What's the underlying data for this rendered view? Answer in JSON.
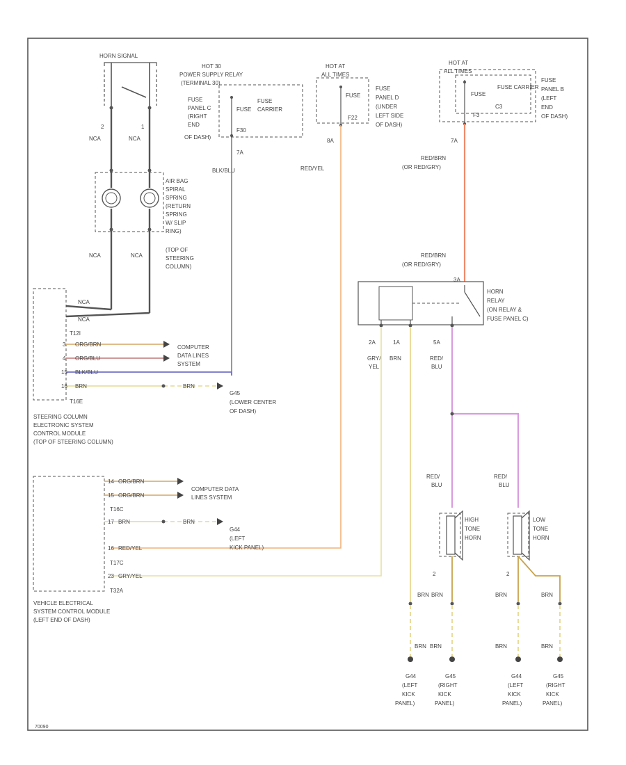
{
  "colors": {
    "frame": "#555555",
    "black_wire": "#555555",
    "orange_wire": "#f2b27a",
    "red_wire": "#ef8a6a",
    "yellow_wire": "#e8e0a0",
    "pink_wire": "#d99be0",
    "purple_wire": "#7070c8",
    "brown_wire": "#c9a24a",
    "orgbrn_wire": "#d9b27a",
    "orgblu_wire": "#c88a8a"
  },
  "horn_switch": {
    "label": "HORN SIGNAL"
  },
  "power_relay": {
    "hot_label": "HOT 30",
    "lines": [
      "POWER SUPPLY RELAY",
      "(TERMINAL 30)"
    ],
    "fuse_panel": [
      "FUSE",
      "PANEL C",
      "(RIGHT",
      "END",
      "OF DASH)"
    ],
    "fuse": "FUSE",
    "carrier": "CARRIER",
    "fuse_no": "F30",
    "wire_gauge": "7A",
    "wire_color": "BLK/BLU"
  },
  "fuse_f22": {
    "hot_label": "HOT AT",
    "hot_sub": "ALL TIMES",
    "fuse": "FUSE",
    "fuse_no": "F22",
    "panel": [
      "PANEL D",
      "(UNDER",
      "LEFT SIDE",
      "OF DASH)"
    ],
    "panel_label": "FUSE",
    "wire_gauge": "8A",
    "wire_color": "RED/YEL"
  },
  "fuse_f3": {
    "hot_label": "HOT AT",
    "hot_sub": "ALL TIMES",
    "fuse": "FUSE",
    "carrier": "FUSE CARRIER",
    "carrier_no": "C3",
    "fuse_no": "F3",
    "panel": [
      "FUSE",
      "PANEL B",
      "(LEFT",
      "END",
      "OF DASH)"
    ],
    "wire_gauge": "7A",
    "wire_color": "RED/BRN",
    "wire_alt": "(OR RED/GRY)"
  },
  "clock_spring": {
    "label": [
      "AIR BAG",
      "SPIRAL",
      "SPRING",
      "(RETURN",
      "SPRING",
      "W/ SLIP",
      "RING)",
      "(TOP OF",
      "STEERING",
      "COLUMN)"
    ],
    "wire_top_left": "NCA",
    "wire_top_right": "NCA",
    "wire_bottom_left": "NCA",
    "wire_bottom_right": "NCA",
    "pin_top_left": "2",
    "pin_top_right": "1"
  },
  "relay": {
    "wire_in": "RED/BRN",
    "wire_in_alt": "(OR RED/GRY)",
    "label": [
      "HORN",
      "RELAY",
      "(ON RELAY &",
      "FUSE PANEL C)"
    ],
    "pins": [
      "2A",
      "1A",
      "5A"
    ],
    "top_pin": "3A",
    "out1": [
      "GRY/",
      "YEL"
    ],
    "out2": "BRN",
    "out3": [
      "RED/",
      "BLU"
    ]
  },
  "steering_module": {
    "label": [
      "STEERING COLUMN",
      "ELECTRONIC SYSTEM",
      "CONTROL MODULE",
      "(TOP OF STEERING COLUMN)"
    ],
    "connector_top": "T12I",
    "connector_bottom": "T16E",
    "wires": [
      "NCA",
      "NCA",
      "ORG/BRN",
      "ORG/BLU",
      "BLK/BLU",
      "BRN"
    ],
    "pins": [
      "",
      "",
      "3",
      "4",
      "15",
      "16"
    ],
    "data_lines": [
      "COMPUTER",
      "DATA LINES",
      "SYSTEM"
    ],
    "ground": "G45",
    "ground_desc": [
      "(LOWER CENTER",
      "OF DASH)"
    ],
    "ground_wire": "BRN"
  },
  "vehicle_module": {
    "label": [
      "VEHICLE ELECTRICAL",
      "SYSTEM CONTROL MODULE",
      "(LEFT END OF DASH)"
    ],
    "connector_1": "T16C",
    "connector_2": "T17C",
    "connector_3": "T32A",
    "pins": [
      "14",
      "15",
      "17",
      "16",
      "23"
    ],
    "wires": [
      "ORG/BRN",
      "ORG/BRN",
      "BRN",
      "RED/YEL",
      "GRY/YEL"
    ],
    "data_lines": [
      "COMPUTER DATA",
      "LINES SYSTEM"
    ],
    "ground": "G44",
    "ground_desc": [
      "(LEFT",
      "KICK PANEL)"
    ],
    "ground_wire": "BRN"
  },
  "high_horn": {
    "label": [
      "HIGH",
      "TONE",
      "HORN"
    ],
    "wire": [
      "RED/",
      "BLU"
    ],
    "pin": "2"
  },
  "low_horn": {
    "label": [
      "LOW",
      "TONE",
      "HORN"
    ],
    "wire": [
      "RED/",
      "BLU"
    ],
    "pin": "2"
  },
  "grounds": [
    {
      "name": "G44",
      "desc": [
        "(LEFT",
        "KICK",
        "PANEL)"
      ]
    },
    {
      "name": "G45",
      "desc": [
        "(RIGHT",
        "KICK",
        "PANEL)"
      ]
    },
    {
      "name": "G44",
      "desc": [
        "(LEFT",
        "KICK",
        "PANEL)"
      ]
    },
    {
      "name": "G45",
      "desc": [
        "(RIGHT",
        "KICK",
        "PANEL)"
      ]
    }
  ],
  "brn": "BRN",
  "figure_id": "70090"
}
